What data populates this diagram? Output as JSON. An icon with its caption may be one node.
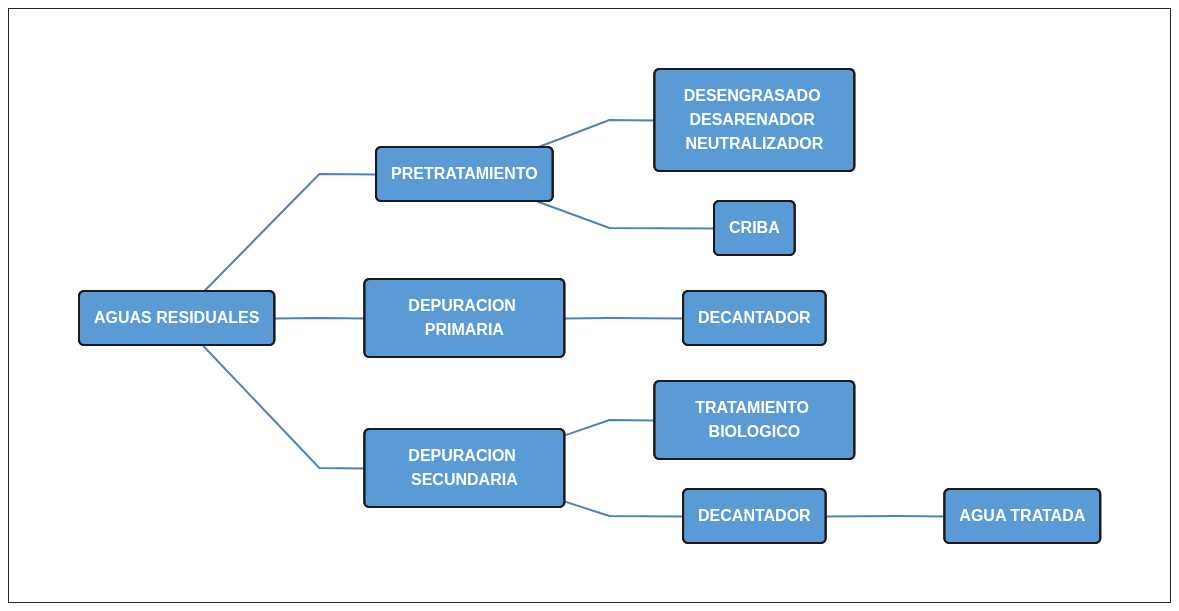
{
  "diagram": {
    "nodes": [
      {
        "text": [
          "AGUAS RESIDUALES"
        ]
      },
      {
        "text": [
          "PRETRATAMIENTO"
        ]
      },
      {
        "text": [
          "DEPURACION PRIMARIA"
        ]
      },
      {
        "text": [
          "DEPURACION SECUNDARIA"
        ]
      },
      {
        "text": [
          "DESENGRASADO DESARENADOR NEUTRALIZADOR"
        ]
      },
      {
        "text": [
          "CRIBA"
        ]
      },
      {
        "text": [
          "DECANTADOR"
        ]
      },
      {
        "text": [
          "TRATAMIENTO BIOLOGICO"
        ]
      },
      {
        "text": [
          "DECANTADOR"
        ]
      },
      {
        "text": [
          "AGUA TRATADA"
        ]
      }
    ],
    "edges": [
      {
        "from": 0,
        "to": 1,
        "arrow": "none"
      },
      {
        "from": 0,
        "to": 2,
        "arrow": "none"
      },
      {
        "from": 0,
        "to": 3,
        "arrow": "none"
      },
      {
        "from": 1,
        "to": 4,
        "arrow": "none"
      },
      {
        "from": 1,
        "to": 5,
        "arrow": "none"
      },
      {
        "from": 2,
        "to": 6,
        "arrow": "none"
      },
      {
        "from": 3,
        "to": 7,
        "arrow": "none"
      },
      {
        "from": 3,
        "to": 8,
        "arrow": "none"
      },
      {
        "from": 8,
        "to": 9,
        "arrow": "none"
      }
    ]
  }
}
